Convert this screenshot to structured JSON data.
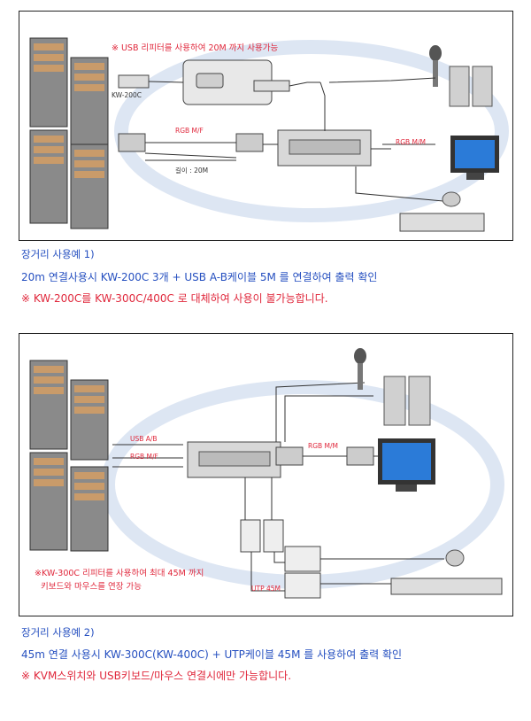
{
  "panel1": {
    "note": "※ USB 리피터를 사용하여 20M 까지 사용가능",
    "device_label": "KW-200C",
    "rgb_mf_label": "RGB M/F",
    "length_label": "길이 : 20M",
    "rgb_mm_label": "RGB M/M"
  },
  "caption1": {
    "title": "장거리 사용예 1)",
    "line1": "20m 연결사용시 KW-200C 3개 + USB A-B케이블 5M 를 연결하여 출력 확인",
    "line2": "※ KW-200C를 KW-300C/400C 로 대체하여 사용이 불가능합니다."
  },
  "panel2": {
    "usb_ab_label": "USB A/B",
    "rgb_mf_label": "RGB M/F",
    "rgb_mm_label": "RGB M/M",
    "utp_label": "UTP 45M",
    "note_line1": "※KW-300C 리피터를 사용하여 최대 45M 까지",
    "note_line2": "키보드와 마우스를 연장 가능"
  },
  "caption2": {
    "title": "장거리 사용예 2)",
    "line1": "45m 연결 사용시 KW-300C(KW-400C) + UTP케이블 45M 를 사용하여 출력 확인",
    "line2": "※ KVM스위치와 USB키보드/마우스 연결시에만 가능합니다."
  },
  "colors": {
    "accent_red": "#e0283c",
    "caption_blue": "#2650c0",
    "watermark": "#dde6f3"
  }
}
